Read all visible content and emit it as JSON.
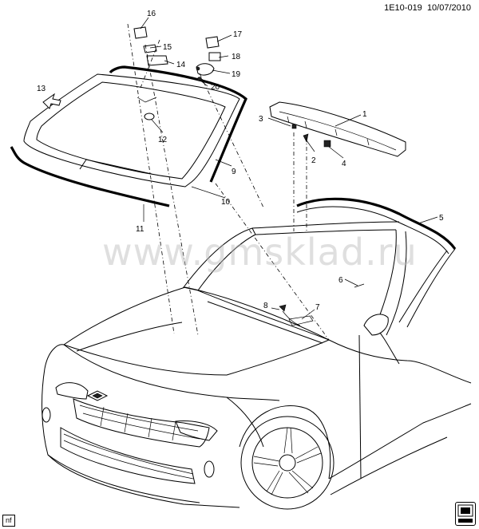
{
  "diagram": {
    "id_code": "1E10-019",
    "date": "10/07/2010",
    "footer_code": "nf",
    "watermark": "www.gmsklad.ru",
    "callouts": [
      "1",
      "2",
      "3",
      "4",
      "5",
      "6",
      "7",
      "8",
      "9",
      "10",
      "11",
      "12",
      "13",
      "14",
      "15",
      "16",
      "17",
      "18",
      "19",
      "20"
    ]
  }
}
